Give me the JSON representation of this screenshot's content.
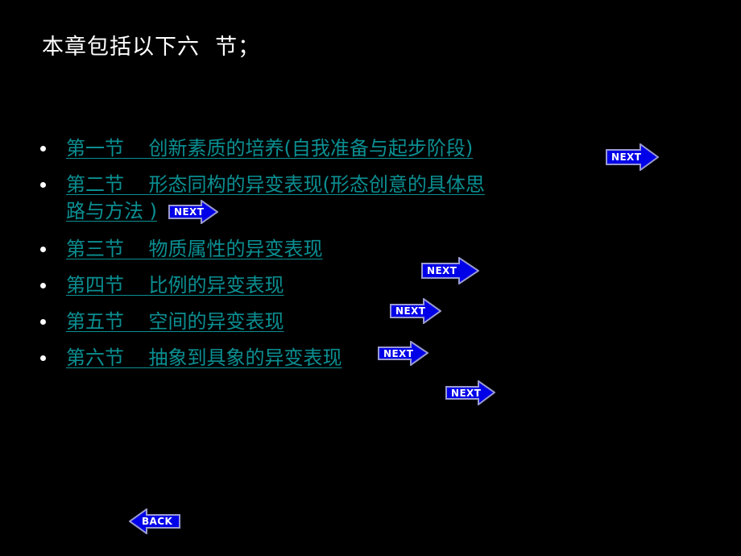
{
  "slide": {
    "background_color": "#000000",
    "title": "本章包括以下六  节；",
    "title_color": "#ffffff",
    "link_color": "#0b8f92",
    "arrow_fill_color": "#0000e8",
    "arrow_border_color": "#9a9ad0",
    "arrow_label_color": "#ffffff"
  },
  "bullets": [
    {
      "text": "第一节    创新素质的培养(自我准备与起步阶段)",
      "next_label": "NEXT"
    },
    {
      "text": "第二节    形态同构的异变表现(形态创意的具体思",
      "text_line2": "路与方法 )",
      "next_label": "NEXT"
    },
    {
      "text": "第三节    物质属性的异变表现",
      "next_label": "NEXT"
    },
    {
      "text": "第四节    比例的异变表现",
      "next_label": "NEXT"
    },
    {
      "text": "第五节    空间的异变表现",
      "next_label": "NEXT"
    },
    {
      "text": "第六节    抽象到具象的异变表现",
      "next_label": "NEXT"
    }
  ],
  "back_button": {
    "label": "BACK"
  }
}
